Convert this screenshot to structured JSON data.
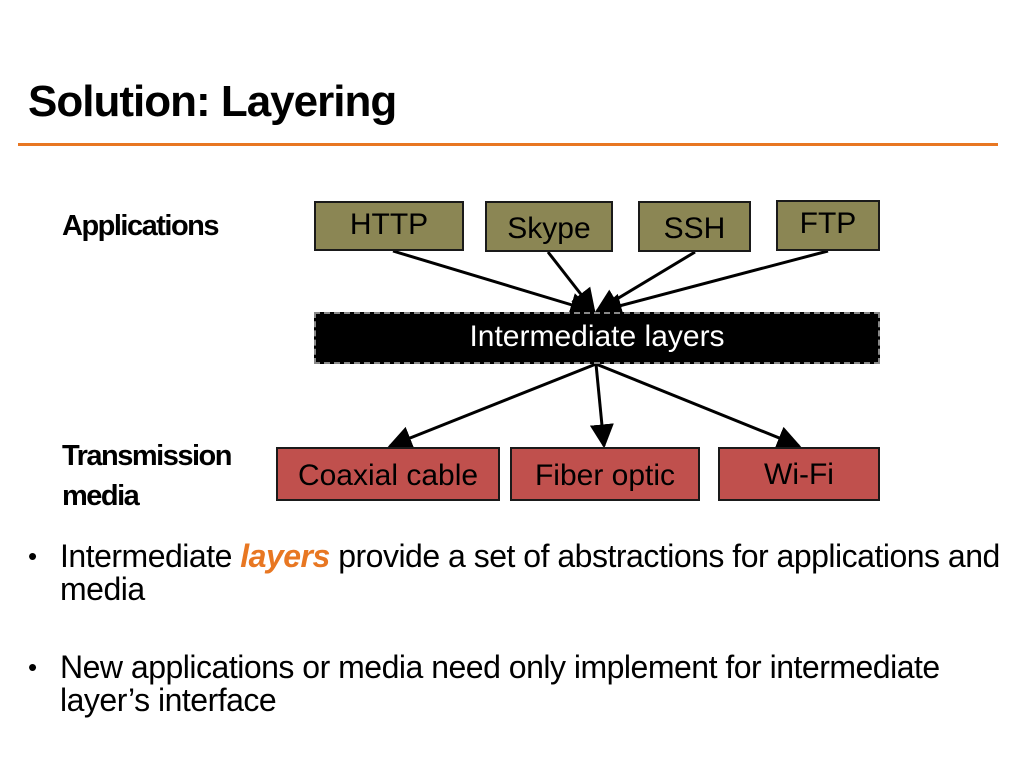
{
  "slide": {
    "title": "Solution: Layering",
    "accent_color": "#e87722"
  },
  "diagram": {
    "applications_label": "Applications",
    "media_label_line1": "Transmission",
    "media_label_line2": "media",
    "applications": [
      "HTTP",
      "Skype",
      "SSH",
      "FTP"
    ],
    "intermediate": "Intermediate layers",
    "media": [
      "Coaxial cable",
      "Fiber optic",
      "Wi-Fi"
    ],
    "app_color": "#8b8654",
    "media_color": "#c0504d"
  },
  "bullets": [
    {
      "before": "Intermediate ",
      "emphasis": "layers",
      "after": " provide a set of abstractions for applications and media"
    },
    {
      "text": "New applications or media need only implement for intermediate layer’s interface"
    }
  ]
}
